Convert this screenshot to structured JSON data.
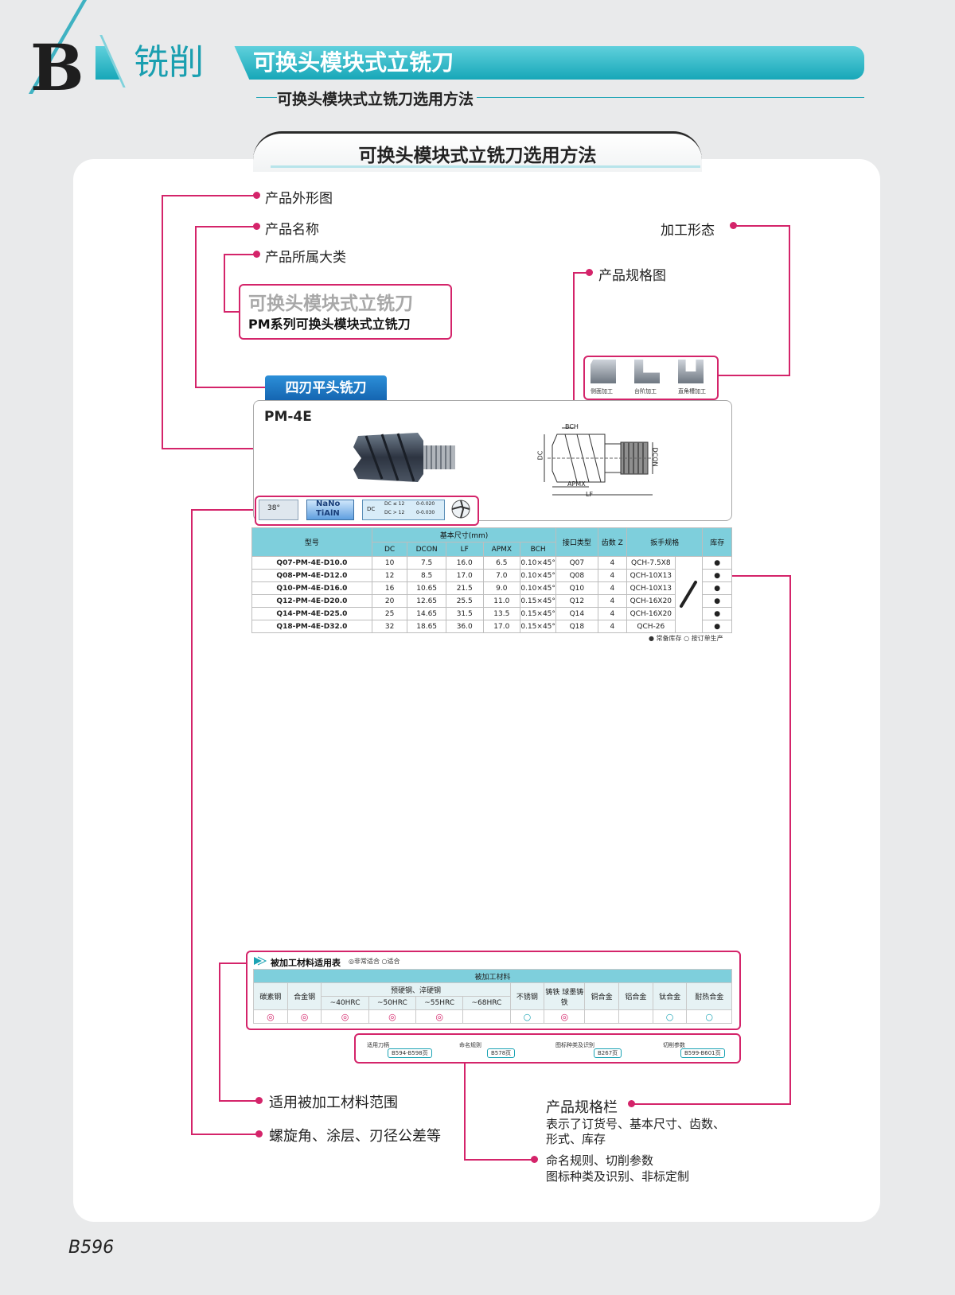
{
  "header": {
    "section_letter": "B",
    "section": "铣削",
    "title": "可换头模块式立铣刀",
    "subtitle": "可换头模块式立铣刀选用方法"
  },
  "tab_title": "可换头模块式立铣刀选用方法",
  "callouts": {
    "outline": "产品外形图",
    "name": "产品名称",
    "category": "产品所属大类",
    "process": "加工形态",
    "spec_drawing": "产品规格图",
    "material_range": "适用被加工材料范围",
    "helix": "螺旋角、涂层、刃径公差等",
    "spec_col": "产品规格栏",
    "spec_col_desc1": "表示了订货号、基本尺寸、齿数、",
    "spec_col_desc2": "形式、库存",
    "rules1": "命名规则、切削参数",
    "rules2": "图标种类及识别、非标定制"
  },
  "namebox": {
    "category": "可换头模块式立铣刀",
    "name": "PM系列可换头模块式立铣刀"
  },
  "product": {
    "type_label": "四刃平头铣刀",
    "model": "PM-4E"
  },
  "process_icons": [
    "侧面加工",
    "台阶加工",
    "直角槽加工"
  ],
  "drawing_labels": {
    "bch": "BCH",
    "dc": "DC",
    "dcon": "DCON",
    "apmx": "APMX",
    "lf": "LF"
  },
  "features": {
    "helix": "38°",
    "coating1": "NaNo",
    "coating2": "TiAlN",
    "tol_icon": "DC",
    "tol1_cond": "DC ≤ 12",
    "tol1_val": "0-0.020",
    "tol2_cond": "DC > 12",
    "tol2_val": "0-0.030"
  },
  "spec_table": {
    "h_model": "型号",
    "h_basic": "基本尺寸(mm)",
    "h_dc": "DC",
    "h_dcon": "DCON",
    "h_lf": "LF",
    "h_apmx": "APMX",
    "h_bch": "BCH",
    "h_iface": "接口类型",
    "h_z": "齿数 Z",
    "h_wrench": "扳手规格",
    "h_stock": "库存",
    "rows": [
      [
        "Q07-PM-4E-D10.0",
        "10",
        "7.5",
        "16.0",
        "6.5",
        "0.10×45°",
        "Q07",
        "4",
        "QCH-7.5X8",
        "●"
      ],
      [
        "Q08-PM-4E-D12.0",
        "12",
        "8.5",
        "17.0",
        "7.0",
        "0.10×45°",
        "Q08",
        "4",
        "QCH-10X13",
        "●"
      ],
      [
        "Q10-PM-4E-D16.0",
        "16",
        "10.65",
        "21.5",
        "9.0",
        "0.10×45°",
        "Q10",
        "4",
        "QCH-10X13",
        "●"
      ],
      [
        "Q12-PM-4E-D20.0",
        "20",
        "12.65",
        "25.5",
        "11.0",
        "0.15×45°",
        "Q12",
        "4",
        "QCH-16X20",
        "●"
      ],
      [
        "Q14-PM-4E-D25.0",
        "25",
        "14.65",
        "31.5",
        "13.5",
        "0.15×45°",
        "Q14",
        "4",
        "QCH-16X20",
        "●"
      ],
      [
        "Q18-PM-4E-D32.0",
        "32",
        "18.65",
        "36.0",
        "17.0",
        "0.15×45°",
        "Q18",
        "4",
        "QCH-26",
        "●"
      ]
    ],
    "legend": "● 常备库存  ○ 按订单生产"
  },
  "material": {
    "title": "被加工材料适用表",
    "legend": "◎非常适合 ○适合",
    "top": "被加工材料",
    "group": "预硬钢、淬硬钢",
    "cols": [
      "碳素钢",
      "合金钢",
      "~40HRC",
      "~50HRC",
      "~55HRC",
      "~68HRC",
      "不锈钢",
      "铸铁 球墨铸铁",
      "铜合金",
      "铝合金",
      "钛合金",
      "耐热合金"
    ],
    "marks": [
      "◎",
      "◎",
      "◎",
      "◎",
      "◎",
      "",
      "○",
      "◎",
      "",
      "",
      "○",
      "○"
    ]
  },
  "refs": [
    {
      "label": "适用刀柄",
      "page": "B594-B598页"
    },
    {
      "label": "命名规则",
      "page": "B578页"
    },
    {
      "label": "图标种类及识别",
      "page": "B267页"
    },
    {
      "label": "切削参数",
      "page": "B599-B601页"
    }
  ],
  "page_number": "B596"
}
